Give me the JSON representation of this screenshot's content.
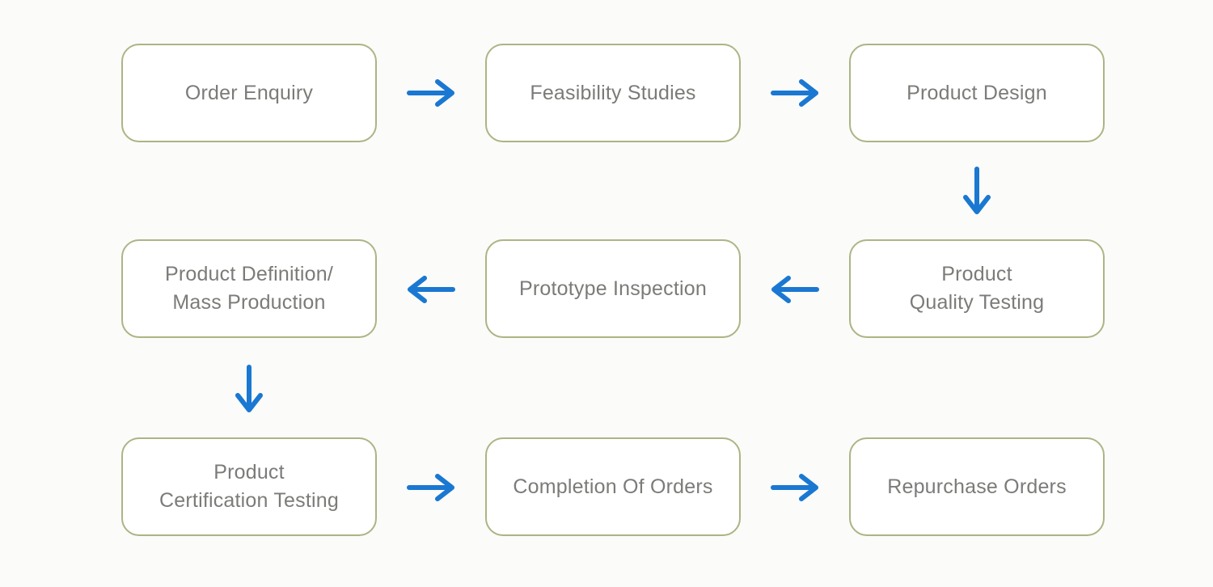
{
  "flowchart": {
    "description": "Order processing workflow diagram",
    "colors": {
      "background": "#fbfbf9",
      "box_fill": "#ffffff",
      "box_border": "#abb584",
      "text": "#7b7b78",
      "arrow": "#1a78d2"
    },
    "nodes": [
      {
        "id": "order-enquiry",
        "label": "Order Enquiry",
        "line1": "Order Enquiry",
        "line2": ""
      },
      {
        "id": "feasibility-studies",
        "label": "Feasibility Studies",
        "line1": "Feasibility Studies",
        "line2": ""
      },
      {
        "id": "product-design",
        "label": "Product Design",
        "line1": "Product Design",
        "line2": ""
      },
      {
        "id": "product-quality-testing",
        "label": "Product Quality Testing",
        "line1": "Product",
        "line2": "Quality Testing"
      },
      {
        "id": "prototype-inspection",
        "label": "Prototype Inspection",
        "line1": "Prototype Inspection",
        "line2": ""
      },
      {
        "id": "product-definition-mass-production",
        "label": "Product Definition/ Mass Production",
        "line1": "Product Definition/",
        "line2": "Mass Production"
      },
      {
        "id": "product-certification-testing",
        "label": "Product Certification Testing",
        "line1": "Product",
        "line2": "Certification Testing"
      },
      {
        "id": "completion-of-orders",
        "label": "Completion Of Orders",
        "line1": "Completion Of Orders",
        "line2": ""
      },
      {
        "id": "repurchase-orders",
        "label": "Repurchase Orders",
        "line1": "Repurchase Orders",
        "line2": ""
      }
    ],
    "connectors": [
      {
        "from": "order-enquiry",
        "to": "feasibility-studies",
        "direction": "right"
      },
      {
        "from": "feasibility-studies",
        "to": "product-design",
        "direction": "right"
      },
      {
        "from": "product-design",
        "to": "product-quality-testing",
        "direction": "down"
      },
      {
        "from": "product-quality-testing",
        "to": "prototype-inspection",
        "direction": "left"
      },
      {
        "from": "prototype-inspection",
        "to": "product-definition-mass-production",
        "direction": "left"
      },
      {
        "from": "product-definition-mass-production",
        "to": "product-certification-testing",
        "direction": "down"
      },
      {
        "from": "product-certification-testing",
        "to": "completion-of-orders",
        "direction": "right"
      },
      {
        "from": "completion-of-orders",
        "to": "repurchase-orders",
        "direction": "right"
      }
    ]
  }
}
